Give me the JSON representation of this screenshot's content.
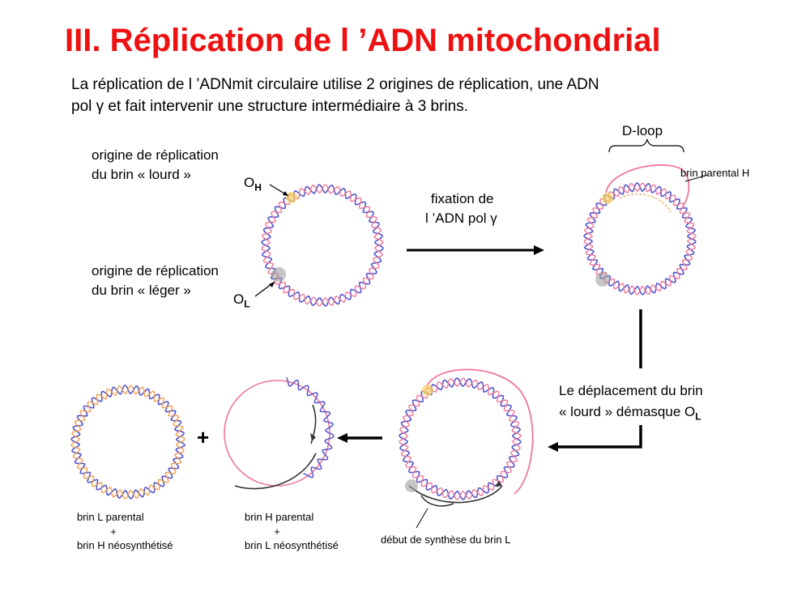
{
  "title": "III. Réplication de l ’ADN mitochondrial",
  "intro": {
    "line1": "La réplication de l ’ADNmit circulaire utilise 2 origines de réplication, une ADN",
    "line2": "pol γ et fait intervenir une structure intermédiaire à 3 brins."
  },
  "labels": {
    "origin_heavy_1": "origine de réplication",
    "origin_heavy_2": "du brin  « lourd »",
    "oh": "O",
    "oh_sub": "H",
    "origin_light_1": "origine de réplication",
    "origin_light_2": "du brin  « léger »",
    "ol": "O",
    "ol_sub": "L",
    "fixation_1": "fixation de",
    "fixation_2": "l ’ADN pol γ",
    "dloop": "D-loop",
    "brin_parental_h": "brin parental H",
    "displacement_1": "Le déplacement du brin",
    "displacement_2": "« lourd » démasque O",
    "displacement_sub": "L",
    "synthesis_start": "début de synthèse du brin L",
    "result1_1": "brin L parental",
    "result1_plus": "+",
    "result1_2": "brin H néosynthétisé",
    "result2_1": "brin H parental",
    "result2_plus": "+",
    "result2_2": "brin L néosynthétisé",
    "plus": "+"
  },
  "colors": {
    "title": "#ee1111",
    "strand_blue": "#5555cc",
    "strand_pink": "#ee7799",
    "strand_orange": "#f0a050",
    "arrow": "#000000",
    "origin_gray": "#a0a0a0",
    "origin_yellow": "#f5d060"
  }
}
